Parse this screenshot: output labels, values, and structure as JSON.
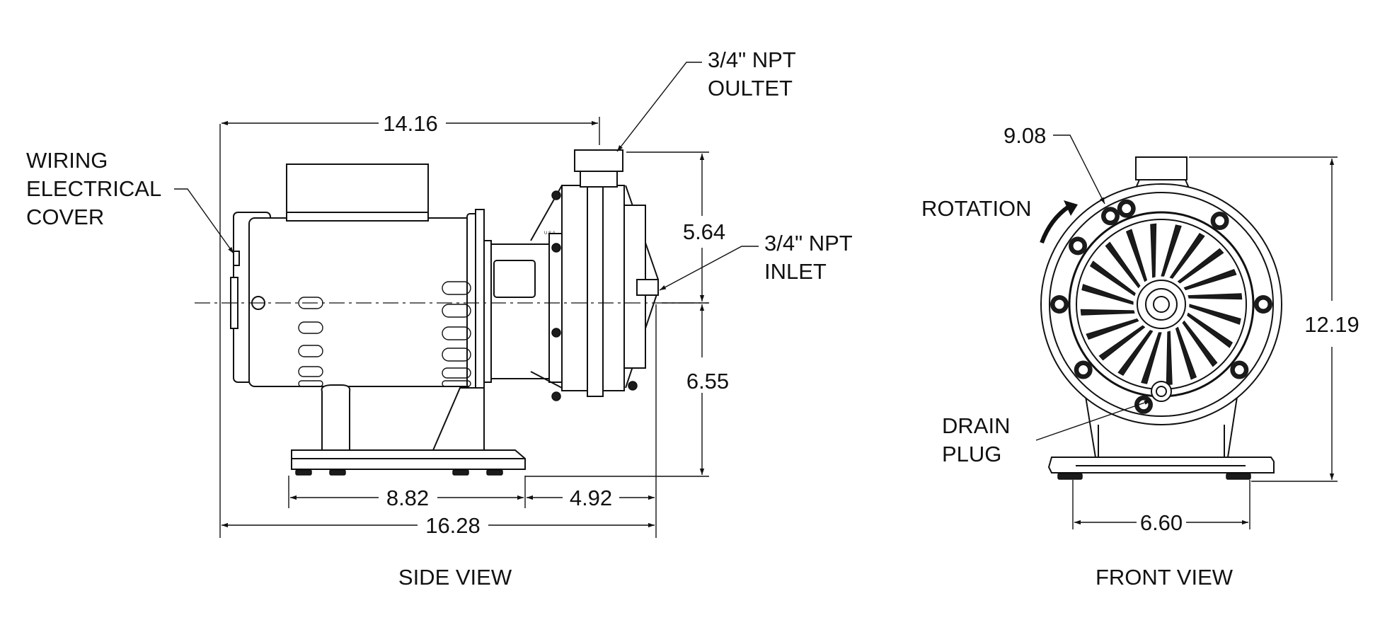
{
  "drawing": {
    "side_view": {
      "title": "SIDE VIEW",
      "callouts": {
        "wiring_cover": [
          "WIRING",
          "ELECTRICAL",
          "COVER"
        ],
        "outlet": [
          "3/4\" NPT",
          "OULTET"
        ],
        "inlet": [
          "3/4\" NPT",
          "INLET"
        ],
        "stamp": "U.S.A"
      },
      "dimensions": {
        "overall_motor": "14.16",
        "upper_height": "5.64",
        "lower_height": "6.55",
        "base_span": "8.82",
        "front_offset": "4.92",
        "overall_length": "16.28"
      }
    },
    "front_view": {
      "title": "FRONT VIEW",
      "callouts": {
        "rotation": "ROTATION",
        "drain_plug": [
          "DRAIN",
          "PLUG"
        ]
      },
      "dimensions": {
        "housing_diameter": "9.08",
        "overall_height": "12.19",
        "base_width": "6.60"
      }
    }
  }
}
